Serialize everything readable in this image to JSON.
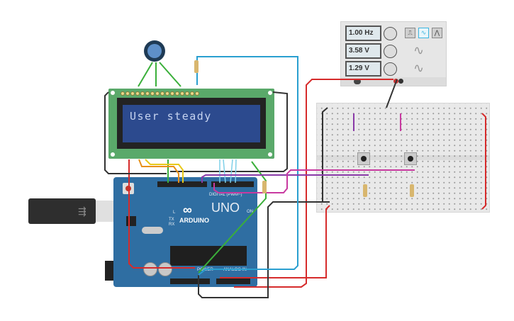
{
  "function_generator": {
    "frequency": "1.00 Hz",
    "amplitude": "3.58 V",
    "offset": "1.29 V",
    "waveforms": [
      {
        "name": "square",
        "icon": "square-wave-icon",
        "glyph": "⎍",
        "active": false
      },
      {
        "name": "sine",
        "icon": "sine-wave-icon",
        "glyph": "∿",
        "active": true
      },
      {
        "name": "triangle",
        "icon": "triangle-wave-icon",
        "glyph": "⋀",
        "active": false
      }
    ]
  },
  "lcd": {
    "line1": "User steady",
    "line2": "",
    "backlight_color": "#2c4a8e",
    "text_color": "#c6d4f0"
  },
  "arduino": {
    "brand": "ARDUINO",
    "model": "UNO",
    "digital_label": "DIGITAL (PWM~)",
    "power_label": "POWER",
    "analog_label": "ANALOG IN",
    "on_label": "ON",
    "tx_label": "TX",
    "rx_label": "RX",
    "l_label": "L"
  },
  "wire_colors": {
    "red": "#d62b2b",
    "black": "#333333",
    "green": "#3aaf3a",
    "blue": "#2a9fd0",
    "purple": "#8a3aa8",
    "magenta": "#c83aa0",
    "orange": "#e8901a",
    "yellow": "#e8c81a",
    "light_blue": "#7fd0e8"
  }
}
